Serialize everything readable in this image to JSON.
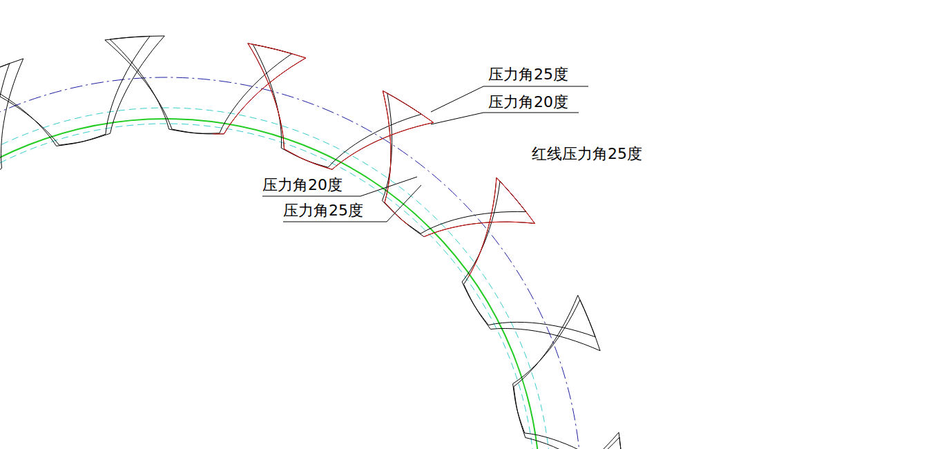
{
  "diagram": {
    "labels": [
      "压力角25度",
      "压力角20度",
      "红线压力角25度",
      "压力角20度",
      "压力角25度"
    ]
  }
}
